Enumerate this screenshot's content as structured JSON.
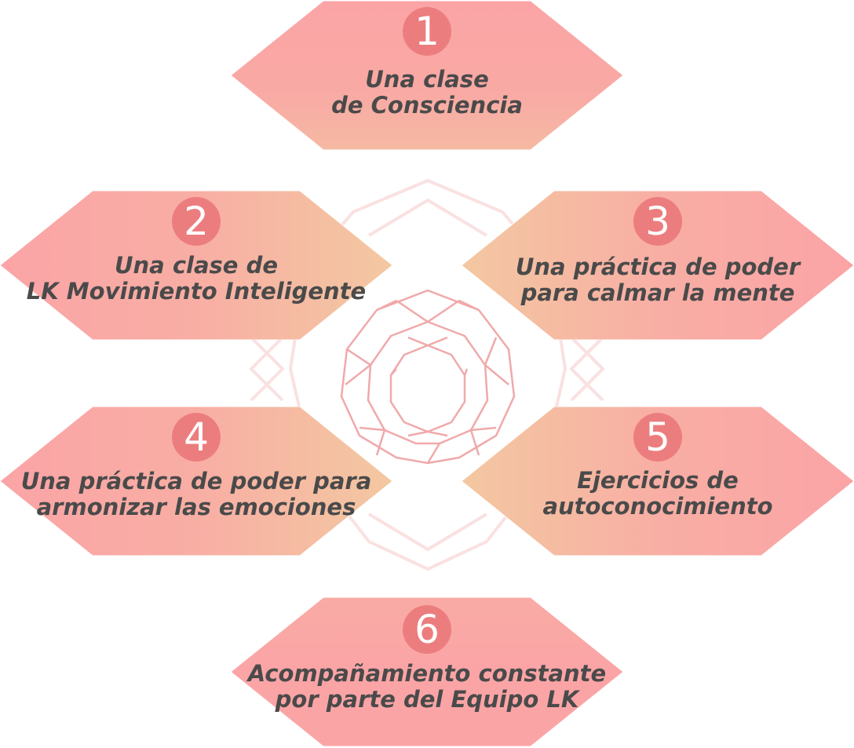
{
  "colors": {
    "hex_pink": "#fba4a6",
    "hex_peach": "#f3c8a1",
    "badge": "#ec7d7e",
    "text": "#4a4a4a",
    "ornament": "#f4b5b5"
  },
  "items": [
    {
      "number": "1",
      "line1": "Una clase",
      "line2": "de Consciencia"
    },
    {
      "number": "2",
      "line1": "Una clase de",
      "line2": "LK Movimiento Inteligente"
    },
    {
      "number": "3",
      "line1": "Una práctica de poder",
      "line2": "para calmar la mente"
    },
    {
      "number": "4",
      "line1": "Una práctica de poder para",
      "line2": "armonizar las emociones"
    },
    {
      "number": "5",
      "line1": "Ejercicios de",
      "line2": "autoconocimiento"
    },
    {
      "number": "6",
      "line1": "Acompañamiento constante",
      "line2": "por parte del Equipo LK"
    }
  ]
}
